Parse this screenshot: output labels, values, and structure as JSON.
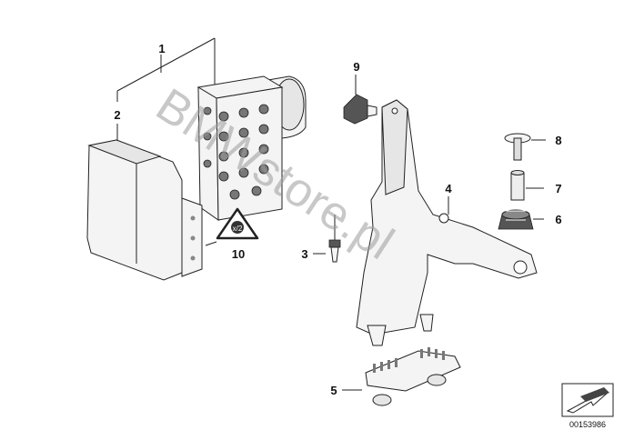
{
  "callouts": {
    "c1": "1",
    "c2": "2",
    "c3": "3",
    "c4": "4",
    "c5": "5",
    "c6": "6",
    "c7": "7",
    "c8": "8",
    "c9": "9",
    "c10": "10"
  },
  "watermark": "BMWstore.pl",
  "document_number": "00153986",
  "warning_symbol": "x/2"
}
